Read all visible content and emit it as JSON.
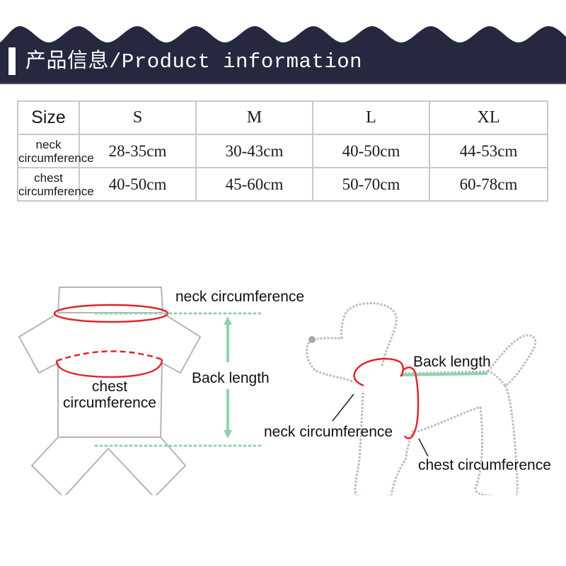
{
  "banner": {
    "title": "产品信息/Product information",
    "background_color": "#262840"
  },
  "size_table": {
    "header_label": "Size",
    "sizes": [
      "S",
      "M",
      "L",
      "XL"
    ],
    "rows": [
      {
        "label_line1": "neck",
        "label_line2": "circumference",
        "values": [
          "28-35cm",
          "30-43cm",
          "40-50cm",
          "44-53cm"
        ]
      },
      {
        "label_line1": "chest",
        "label_line2": "circumference",
        "values": [
          "40-50cm",
          "45-60cm",
          "50-70cm",
          "60-78cm"
        ]
      }
    ]
  },
  "garment_diagram": {
    "neck_label": "neck circumference",
    "back_label": "Back length",
    "chest_label_line1": "chest",
    "chest_label_line2": "circumference"
  },
  "dog_diagram": {
    "back_label": "Back length",
    "neck_label": "neck circumference",
    "chest_label": "chest circumference"
  },
  "colors": {
    "measure_red": "#e0262b",
    "measure_green": "#8fd3ad",
    "outline_gray": "#b5b5b5"
  }
}
